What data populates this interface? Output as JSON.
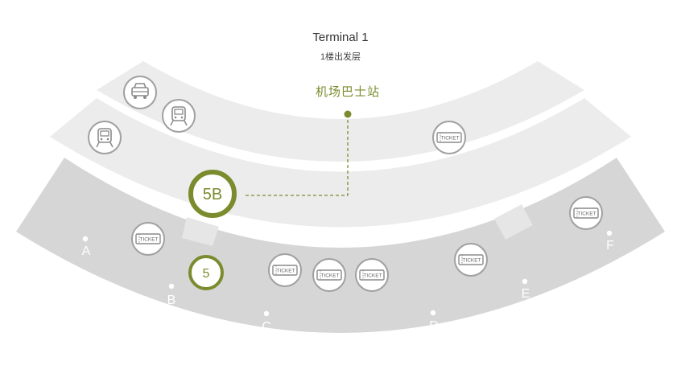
{
  "terminal": {
    "title": "Terminal 1",
    "subtitle": "1楼出发层"
  },
  "airport_bus": {
    "label": "机场巴士站"
  },
  "gates": {
    "A": "A",
    "B": "B",
    "C": "C",
    "D": "D",
    "E": "E",
    "F": "F"
  },
  "badges": {
    "door_5b": "5B",
    "door_5": "5"
  },
  "ticket_label": "TICKET",
  "icons": {
    "car": "car-icon",
    "train": "train-icon",
    "ticket": "ticket-icon"
  },
  "colors": {
    "accent": "#7a8c2e",
    "band_light": "#ececec",
    "band_dark": "#d6d6d6",
    "icon_stroke": "#9a9a9a"
  }
}
